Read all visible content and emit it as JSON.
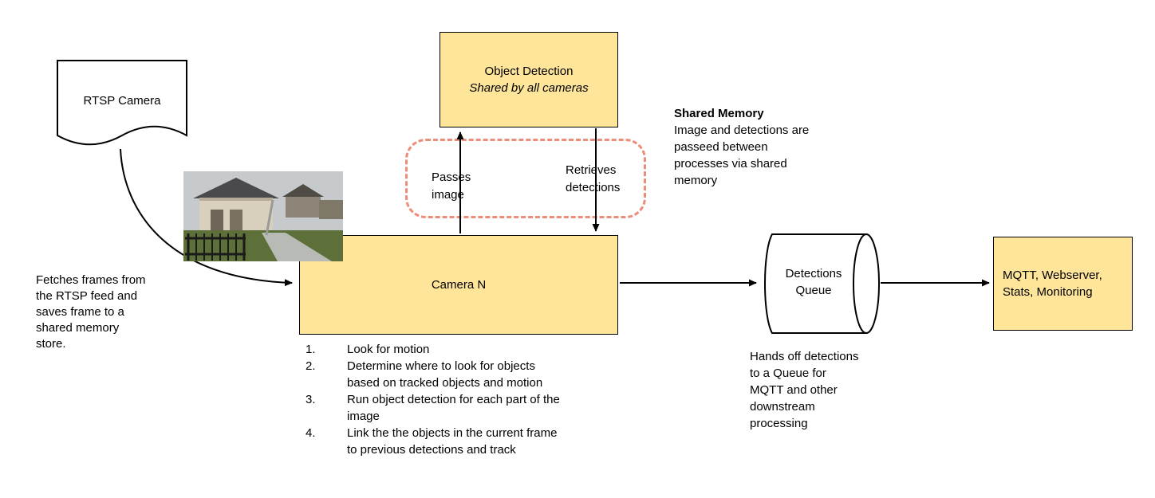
{
  "colors": {
    "node_fill": "#ffe59a",
    "node_border": "#000000",
    "shared_memory_dash": "#ec8d7a",
    "arrow": "#000000"
  },
  "rtsp": {
    "label": "RTSP Camera"
  },
  "fetch_note": "Fetches frames from\nthe RTSP feed and\nsaves frame to a\nshared memory\nstore.",
  "object_detection": {
    "title": "Object Detection",
    "subtitle": "Shared by all cameras"
  },
  "shared_memory": {
    "title": "Shared Memory",
    "body": "Image and detections are\npasseed between\nprocesses via shared\nmemory"
  },
  "arrow_labels": {
    "passes": "Passes\nimage",
    "retrieves": "Retrieves\ndetections"
  },
  "camera_n": {
    "label": "Camera N",
    "steps": [
      {
        "num": "1.",
        "text": "Look for motion"
      },
      {
        "num": "2.",
        "text": "Determine where to look for objects\nbased on tracked objects and motion"
      },
      {
        "num": "3.",
        "text": "Run object detection for each part of the\nimage"
      },
      {
        "num": "4.",
        "text": "Link the the objects in the current frame\nto previous detections and track"
      }
    ]
  },
  "queue": {
    "label": "Detections\nQueue",
    "note": "Hands off detections\nto a Queue for\nMQTT and other\ndownstream\nprocessing"
  },
  "mqtt": {
    "label": "MQTT, Webserver,\nStats, Monitoring"
  }
}
